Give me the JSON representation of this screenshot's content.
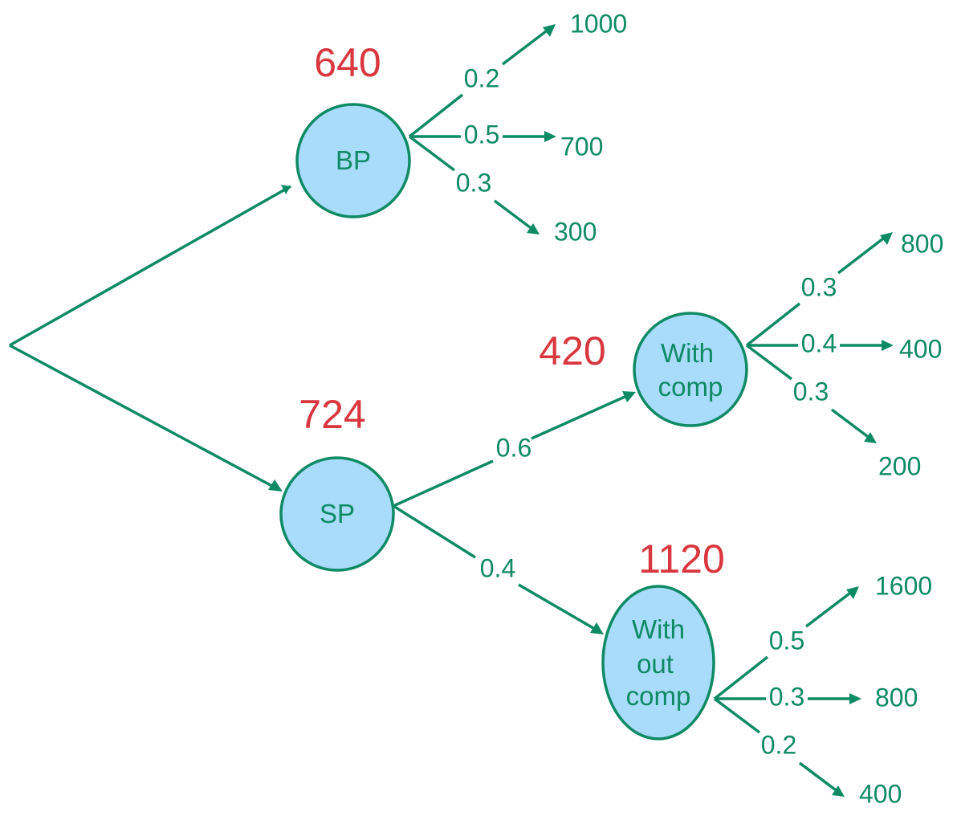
{
  "colors": {
    "line": "#0e8a64",
    "node_fill": "#a9dcfb",
    "expected_value": "#d9363e"
  },
  "nodes": {
    "bp": {
      "label_lines": [
        "BP"
      ],
      "expected_value": "640"
    },
    "sp": {
      "label_lines": [
        "SP"
      ],
      "expected_value": "724"
    },
    "with_comp": {
      "label_lines": [
        "With",
        "comp"
      ],
      "expected_value": "420"
    },
    "without_comp": {
      "label_lines": [
        "With",
        "out",
        "comp"
      ],
      "expected_value": "1120"
    }
  },
  "branches": {
    "sp_to_with_comp": "0.6",
    "sp_to_without_comp": "0.4",
    "bp_outcomes": [
      {
        "prob": "0.2",
        "value": "1000"
      },
      {
        "prob": "0.5",
        "value": "700"
      },
      {
        "prob": "0.3",
        "value": "300"
      }
    ],
    "with_comp_outcomes": [
      {
        "prob": "0.3",
        "value": "800"
      },
      {
        "prob": "0.4",
        "value": "400"
      },
      {
        "prob": "0.3",
        "value": "200"
      }
    ],
    "without_comp_outcomes": [
      {
        "prob": "0.5",
        "value": "1600"
      },
      {
        "prob": "0.3",
        "value": "800"
      },
      {
        "prob": "0.2",
        "value": "400"
      }
    ]
  }
}
